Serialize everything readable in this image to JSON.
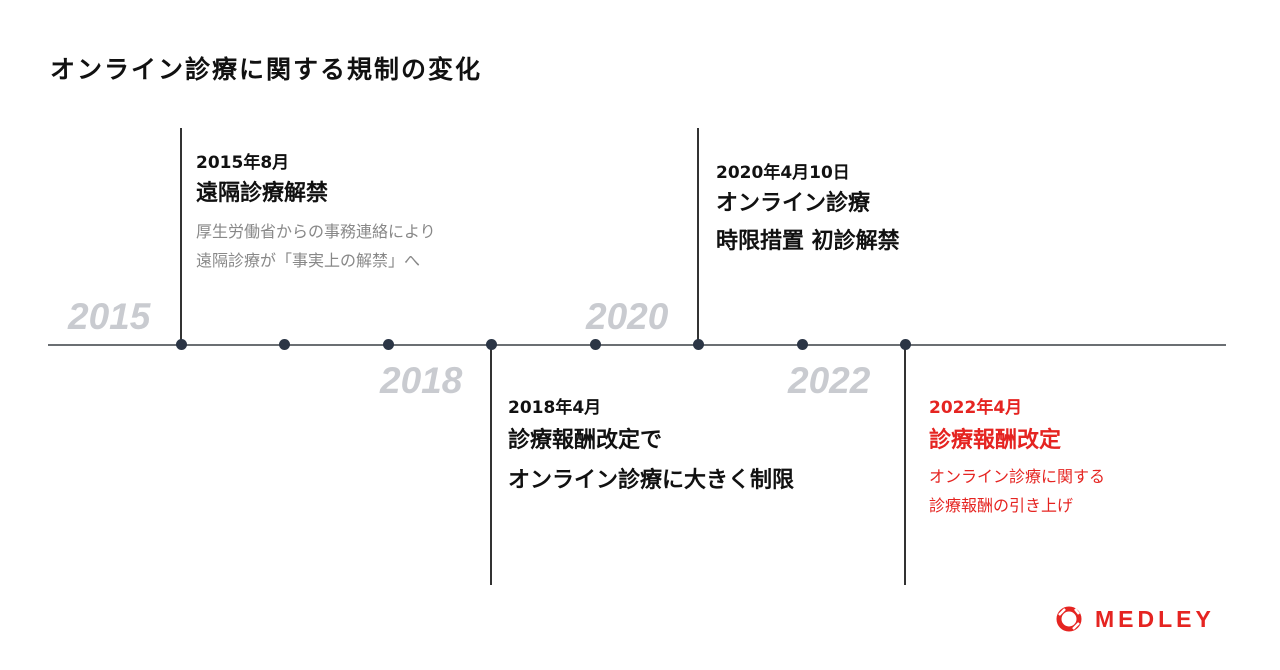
{
  "title": "オンライン診療に関する規制の変化",
  "timeline": {
    "year_labels": [
      "2015",
      "2018",
      "2020",
      "2022"
    ],
    "events": [
      {
        "date": "2015年8月",
        "heading": [
          "遠隔診療解禁"
        ],
        "description": [
          "厚生労働省からの事務連絡により",
          "遠隔診療が「事実上の解禁」へ"
        ]
      },
      {
        "date": "2018年4月",
        "heading": [
          "診療報酬改定で",
          "オンライン診療に大きく制限"
        ],
        "description": []
      },
      {
        "date": "2020年4月10日",
        "heading": [
          "オンライン診療",
          "時限措置 初診解禁"
        ],
        "description": []
      },
      {
        "date": "2022年4月",
        "heading": [
          "診療報酬改定"
        ],
        "description": [
          "オンライン診療に関する",
          "診療報酬の引き上げ"
        ]
      }
    ],
    "colors": {
      "axis": "#6b6f73",
      "dot": "#2b3545",
      "year": "#c9cbd0",
      "highlight": "#e52421"
    }
  },
  "logo": {
    "text": "MEDLEY",
    "color": "#e52421"
  }
}
